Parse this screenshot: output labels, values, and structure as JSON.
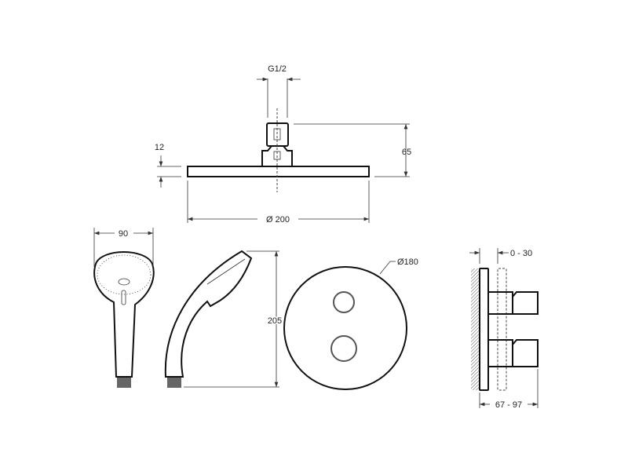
{
  "dimensions": {
    "thread": "G1/2",
    "head_height": "65",
    "plate_thickness": "12",
    "head_diameter": "Ø 200",
    "hand_width": "90",
    "hand_length": "205",
    "plate_diameter": "Ø180",
    "adjust_range": "0 - 30",
    "projection": "67 - 97"
  }
}
